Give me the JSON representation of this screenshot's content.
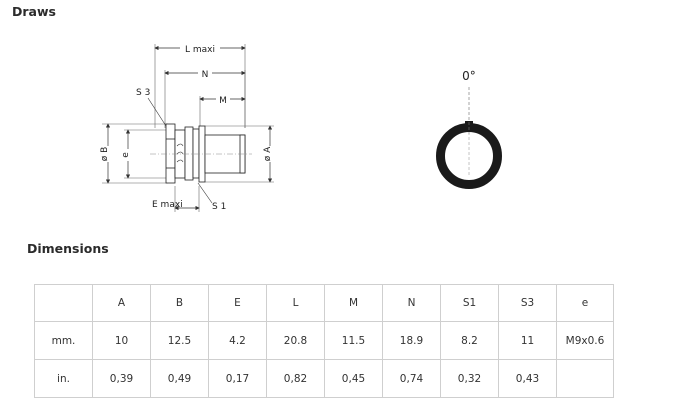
{
  "headings": {
    "draws": "Draws",
    "dimensions": "Dimensions"
  },
  "drawing": {
    "labels": {
      "l_maxi": "L maxi",
      "n": "N",
      "m": "M",
      "s3": "S 3",
      "s1": "S 1",
      "e_maxi": "E maxi",
      "dia_b": "ø B",
      "e": "e",
      "dia_a": "ø A"
    },
    "angle_label": "0°"
  },
  "table": {
    "columns": [
      "",
      "A",
      "B",
      "E",
      "L",
      "M",
      "N",
      "S1",
      "S3",
      "e"
    ],
    "rows": [
      [
        "mm.",
        "10",
        "12.5",
        "4.2",
        "20.8",
        "11.5",
        "18.9",
        "8.2",
        "11",
        "M9x0.6"
      ],
      [
        "in.",
        "0,39",
        "0,49",
        "0,17",
        "0,82",
        "0,45",
        "0,74",
        "0,32",
        "0,43",
        ""
      ]
    ]
  },
  "colors": {
    "ring": "#1a1a1a",
    "line": "#333333",
    "border": "#cfcfcf"
  }
}
